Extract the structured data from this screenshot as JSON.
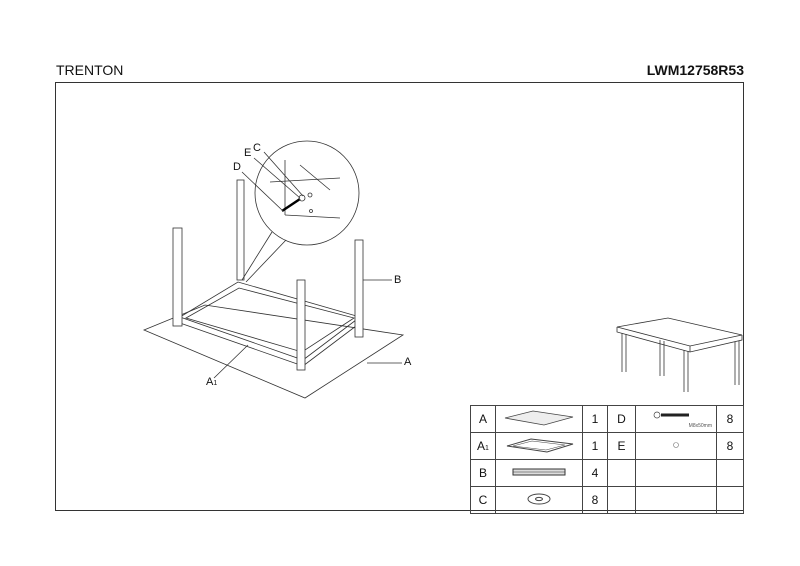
{
  "header": {
    "product_name": "TRENTON",
    "product_code": "LWM12758R53"
  },
  "diagram": {
    "labels": {
      "A": "A",
      "A1": "A",
      "A1_sub": "1",
      "B": "B",
      "C": "C",
      "D": "D",
      "E": "E"
    }
  },
  "parts": [
    {
      "id": "A",
      "sub": "",
      "qty": "1",
      "icon": "tabletop-icon"
    },
    {
      "id": "A",
      "sub": "1",
      "qty": "1",
      "icon": "frame-icon"
    },
    {
      "id": "B",
      "sub": "",
      "qty": "4",
      "icon": "leg-icon"
    },
    {
      "id": "C",
      "sub": "",
      "qty": "8",
      "icon": "washer-icon"
    },
    {
      "id": "D",
      "sub": "",
      "qty": "8",
      "icon": "bolt-icon",
      "spec": "M8x50mm"
    },
    {
      "id": "E",
      "sub": "",
      "qty": "8",
      "icon": "nut-icon"
    }
  ]
}
